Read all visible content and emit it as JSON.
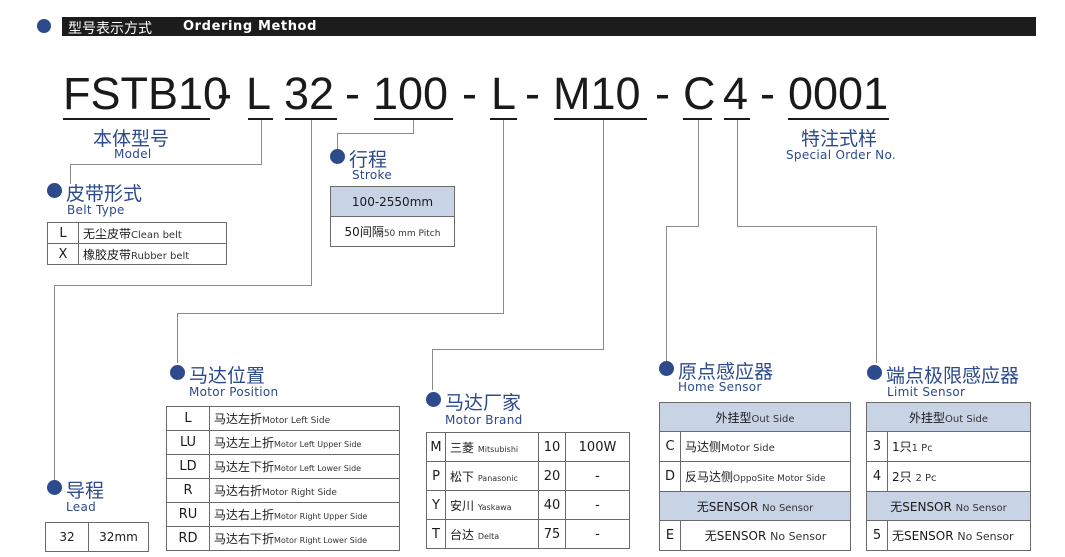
{
  "header": {
    "title_cn": "型号表示方式",
    "title_en": "Ordering Method"
  },
  "code": {
    "model": "FSTB10",
    "belt": "L",
    "lead": "32",
    "stroke": "100",
    "motor_pos": "L",
    "motor_brand": "M10",
    "home": "C",
    "limit": "4",
    "special": "0001",
    "sep": "-"
  },
  "model": {
    "cn": "本体型号",
    "en": "Model"
  },
  "special": {
    "cn": "特注式样",
    "en": "Special Order No."
  },
  "stroke": {
    "cn": "行程",
    "en": "Stroke",
    "range": "100-2550mm",
    "pitch_cn": "50间隔",
    "pitch_en": "50 mm Pitch"
  },
  "belt_type": {
    "cn": "皮带形式",
    "en": "Belt Type",
    "rows": [
      {
        "code": "L",
        "cn": "无尘皮带",
        "en": "Clean belt"
      },
      {
        "code": "X",
        "cn": "橡胶皮带",
        "en": "Rubber belt"
      }
    ]
  },
  "lead": {
    "cn": "导程",
    "en": "Lead",
    "rows": [
      {
        "code": "32",
        "value": "32mm"
      }
    ]
  },
  "motor_position": {
    "cn": "马达位置",
    "en": "Motor Position",
    "rows": [
      {
        "code": "L",
        "cn": "马达左折",
        "en": "Motor Left Side"
      },
      {
        "code": "LU",
        "cn": "马达左上折",
        "en": "Motor Left Upper Side"
      },
      {
        "code": "LD",
        "cn": "马达左下折",
        "en": "Motor Left Lower Side"
      },
      {
        "code": "R",
        "cn": "马达右折",
        "en": "Motor Right Side"
      },
      {
        "code": "RU",
        "cn": "马达右上折",
        "en": "Motor Right Upper Side"
      },
      {
        "code": "RD",
        "cn": "马达右下折",
        "en": "Motor Right Lower Side"
      }
    ]
  },
  "motor_brand": {
    "cn": "马达厂家",
    "en": "Motor Brand",
    "rows": [
      {
        "code": "M",
        "cn": "三菱",
        "en": "Mitsubishi",
        "num": "10",
        "power": "100W"
      },
      {
        "code": "P",
        "cn": "松下",
        "en": "Panasonic",
        "num": "20",
        "power": "-"
      },
      {
        "code": "Y",
        "cn": "安川",
        "en": "Yaskawa",
        "num": "40",
        "power": "-"
      },
      {
        "code": "T",
        "cn": "台达",
        "en": "Delta",
        "num": "75",
        "power": "-"
      }
    ]
  },
  "home_sensor": {
    "cn": "原点感应器",
    "en": "Home Sensor",
    "header_cn": "外挂型",
    "header_en": "Out Side",
    "rows": [
      {
        "code": "C",
        "cn": "马达侧",
        "en": "Motor Side"
      },
      {
        "code": "D",
        "cn": "反马达侧",
        "en": "OppoSite Motor Side"
      }
    ],
    "nosensor_cn": "无SENSOR",
    "nosensor_en": "No Sensor",
    "e_code": "E",
    "e_cn": "无SENSOR",
    "e_en": "No Sensor"
  },
  "limit_sensor": {
    "cn": "端点极限感应器",
    "en": "Limit Sensor",
    "header_cn": "外挂型",
    "header_en": "Out Side",
    "rows": [
      {
        "code": "3",
        "cn": "1只",
        "en": "1 Pc"
      },
      {
        "code": "4",
        "cn": "2只",
        "en": "2 Pc"
      }
    ],
    "nosensor_cn": "无SENSOR",
    "nosensor_en": "No Sensor",
    "five_code": "5",
    "five_cn": "无SENSOR",
    "five_en": "No Sensor"
  }
}
